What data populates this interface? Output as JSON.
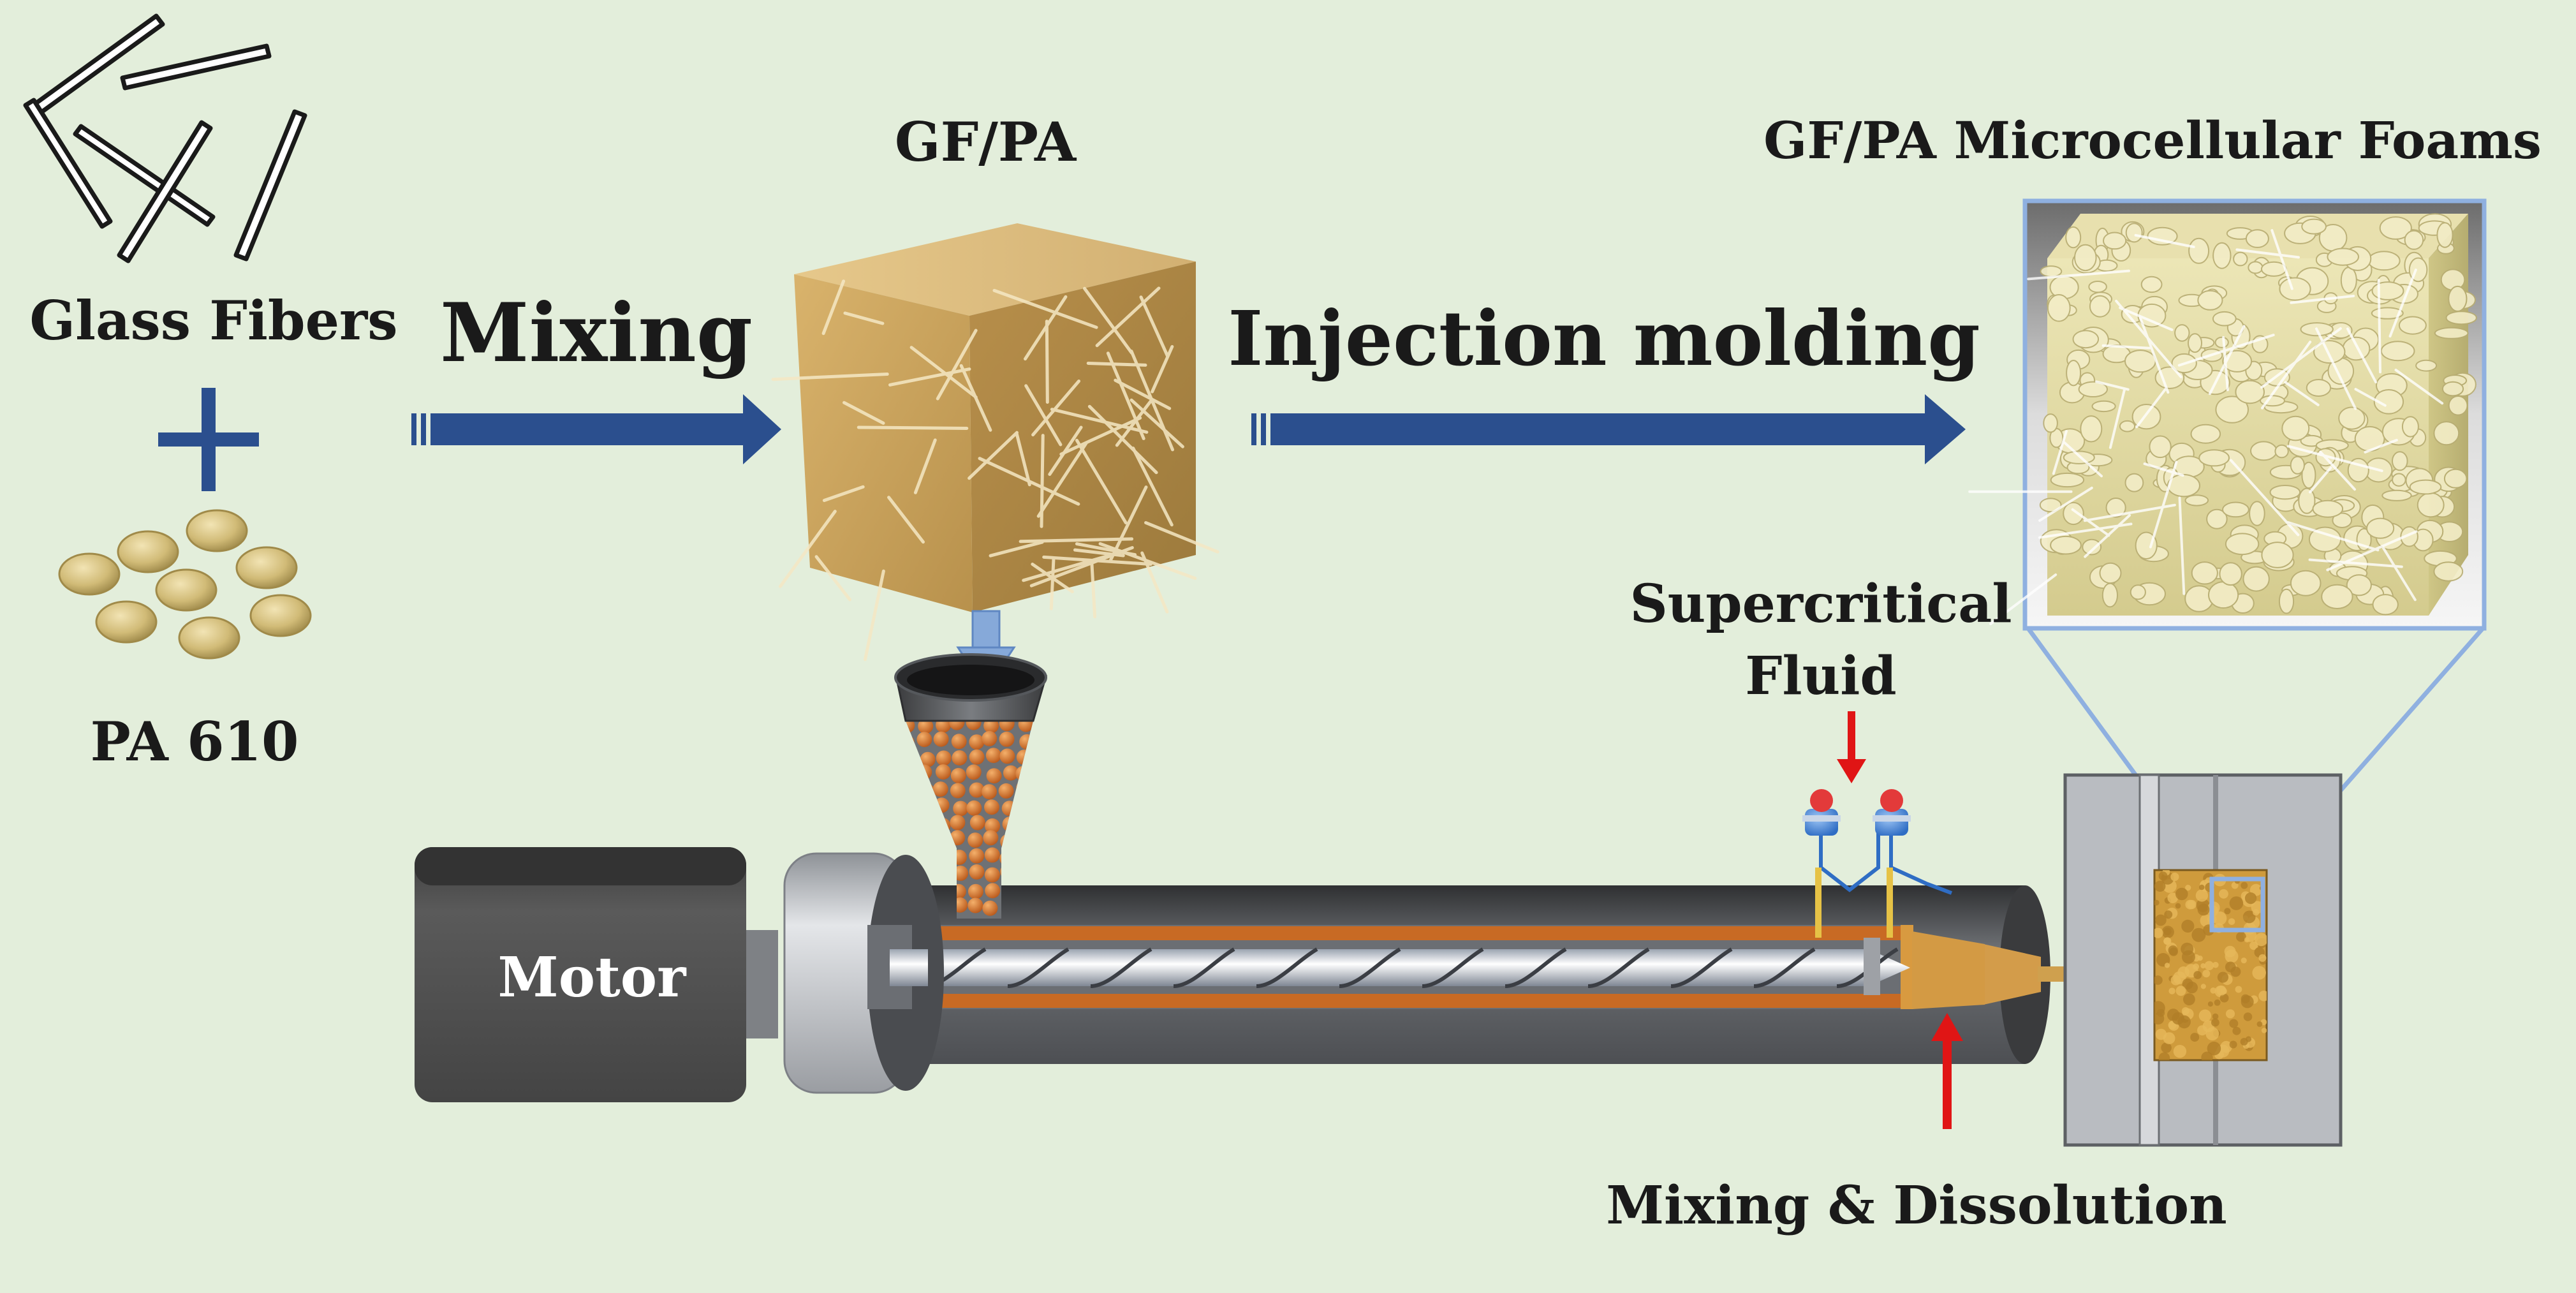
{
  "labels": {
    "glass_fibers": "Glass Fibers",
    "pa610": "PA 610",
    "mixing": "Mixing",
    "gfpa": "GF/PA",
    "injection_molding": "Injection molding",
    "foams": "GF/PA Microcellular  Foams",
    "supercritical": "Supercritical",
    "fluid": "Fluid",
    "motor": "Motor",
    "mixing_dissolution": "Mixing  & Dissolution"
  },
  "colors": {
    "background": "#e3eedb",
    "process_arrow": "#2b4f8e",
    "feed_arrow": "#86a9d9",
    "inject_arrow": "#e01515",
    "pellet": "#d1bb77",
    "composite_cube": "#caa25c",
    "melt": "#c86a24",
    "foam_cube": "#e0d9a4",
    "mold": "#b9bcc1",
    "motor": "#4e4e4e",
    "zoom_outline": "#8fb0e0"
  }
}
